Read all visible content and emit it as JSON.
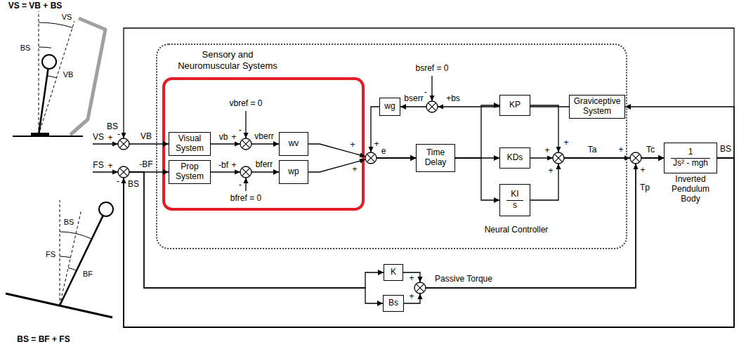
{
  "diagram": {
    "nodes": [
      {
        "text": [
          "Sensory and Neuromuscular Systems"
        ]
      },
      {
        "text": [
          "Visual System"
        ],
        "in": 0
      },
      {
        "text": [
          "Prop System"
        ],
        "in": 0
      },
      {
        "text": [
          "wv"
        ],
        "in": 0
      },
      {
        "text": [
          "wp"
        ],
        "in": 0
      },
      {
        "text": [
          "wg"
        ],
        "in": 0
      },
      {
        "text": [
          "Graviceptive System"
        ],
        "in": 0
      },
      {
        "text": [
          "Time Delay"
        ],
        "in": 0
      },
      {
        "text": [
          "KP"
        ],
        "in": 0
      },
      {
        "text": [
          "KDs"
        ],
        "in": 0
      },
      {
        "text": [
          "KI",
          "s"
        ],
        "in": 0
      },
      {
        "text": [
          "1",
          "Js² - mgh",
          "Inverted Pendulum Body"
        ]
      },
      {
        "text": [
          "K"
        ]
      },
      {
        "text": [
          "Bs"
        ]
      }
    ],
    "edges": [
      {
        "from": 1,
        "to": 3,
        "arrow": "to"
      },
      {
        "from": 2,
        "to": 4,
        "arrow": "to"
      },
      {
        "from": 6,
        "to": 5,
        "arrow": "to"
      },
      {
        "from": 3,
        "to": 7,
        "arrow": "to"
      },
      {
        "from": 4,
        "to": 7,
        "arrow": "to"
      },
      {
        "from": 5,
        "to": 7,
        "arrow": "to"
      },
      {
        "from": 7,
        "to": 8,
        "arrow": "to"
      },
      {
        "from": 7,
        "to": 9,
        "arrow": "to"
      },
      {
        "from": 7,
        "to": 10,
        "arrow": "to"
      },
      {
        "from": 8,
        "to": 11,
        "arrow": "to"
      },
      {
        "from": 9,
        "to": 11,
        "arrow": "to"
      },
      {
        "from": 10,
        "to": 11,
        "arrow": "to"
      },
      {
        "from": 12,
        "to": 11,
        "arrow": "to"
      },
      {
        "from": 13,
        "to": 11,
        "arrow": "to"
      },
      {
        "from": 11,
        "to": 6,
        "arrow": "to"
      },
      {
        "from": 11,
        "to": 1,
        "arrow": "to"
      },
      {
        "from": 11,
        "to": 2,
        "arrow": "to"
      },
      {
        "from": 11,
        "to": 12,
        "arrow": "to"
      },
      {
        "from": 11,
        "to": 13,
        "arrow": "to"
      }
    ],
    "labels": [
      "VS = VB + BS",
      "VS",
      "VB",
      "BS",
      "BS",
      "-",
      "VS",
      "+",
      "VB",
      "FS",
      "+",
      "-BF",
      "-",
      "BS",
      "vbref = 0",
      "vb",
      "+",
      "-",
      "vberr",
      "-bf",
      "+",
      "-",
      "bfref = 0",
      "bferr",
      "bsref = 0",
      "-",
      "+bs",
      "bserr",
      "+",
      "+",
      "+",
      "e",
      "+",
      "+",
      "+",
      "Ta",
      "+",
      "+",
      "Tc",
      "Tp",
      "BS",
      "Neural Controller",
      "+",
      "+",
      "Passive Torque",
      "BS",
      "FS",
      "BF",
      "BS = BF + FS"
    ]
  }
}
